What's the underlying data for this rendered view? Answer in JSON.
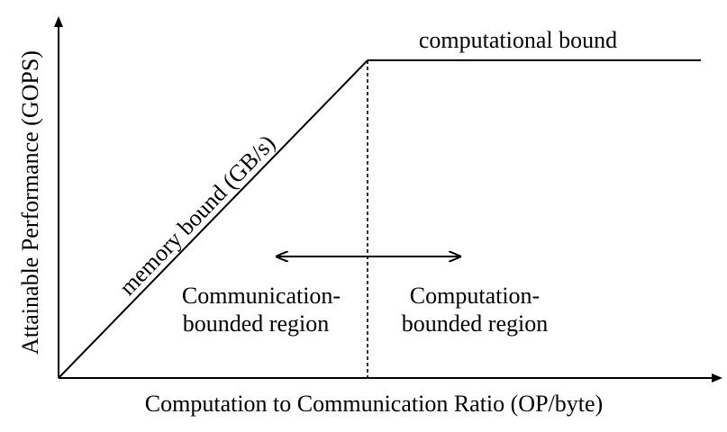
{
  "axes": {
    "y_label": "Attainable Performance (GOPS)",
    "x_label": "Computation to Communication Ratio (OP/byte)"
  },
  "lines": {
    "memory_bound_label": "memory bound (GB/s)",
    "computational_bound_label": "computational bound"
  },
  "regions": {
    "left_line1": "Communication-",
    "left_line2": "bounded region",
    "right_line1": "Computation-",
    "right_line2": "bounded region"
  }
}
